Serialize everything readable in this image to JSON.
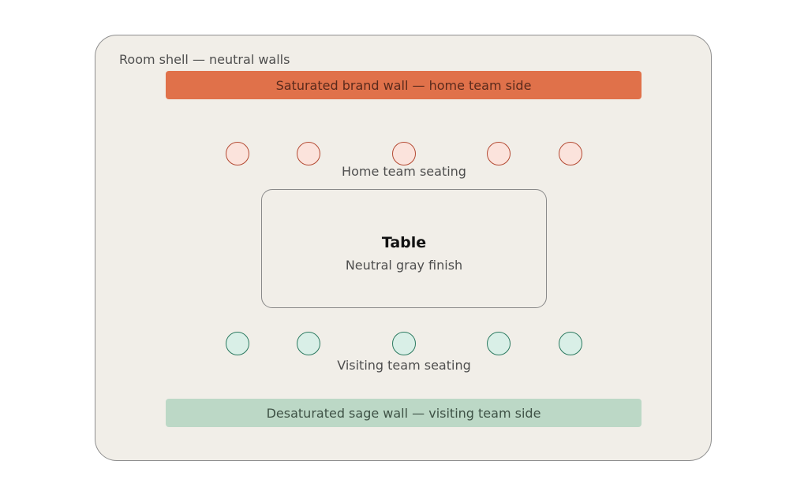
{
  "room": {
    "label": "Room shell — neutral walls"
  },
  "home_wall": {
    "label": "Saturated brand wall — home team side",
    "color": "#e0714a",
    "text_color": "#5a2a1c"
  },
  "home_seating": {
    "label": "Home team seating",
    "seat_count": 5,
    "fill": "#fbe3dc",
    "stroke": "#b44a33"
  },
  "table": {
    "title": "Table",
    "subtitle": "Neutral gray finish"
  },
  "visiting_seating": {
    "label": "Visiting team seating",
    "seat_count": 5,
    "fill": "#d9efe7",
    "stroke": "#2c7a60"
  },
  "visiting_wall": {
    "label": "Desaturated sage wall — visiting team side",
    "color": "#bcd8c6",
    "text_color": "#3f5246"
  }
}
